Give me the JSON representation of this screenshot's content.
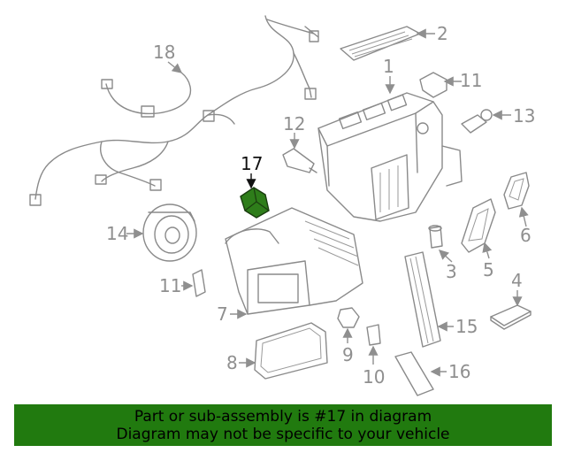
{
  "highlight_color": "#2e7d1a",
  "banner": {
    "color": "#217a0f",
    "line1": "Part or sub-assembly is #17 in diagram",
    "line2": "Diagram may not be specific to your vehicle"
  },
  "callouts": {
    "c1": "1",
    "c2": "2",
    "c3": "3",
    "c4": "4",
    "c5": "5",
    "c6": "6",
    "c7": "7",
    "c8": "8",
    "c9": "9",
    "c10": "10",
    "c11a": "11",
    "c11b": "11",
    "c12": "12",
    "c13": "13",
    "c14": "14",
    "c15": "15",
    "c16": "16",
    "c17": "17",
    "c18": "18"
  }
}
